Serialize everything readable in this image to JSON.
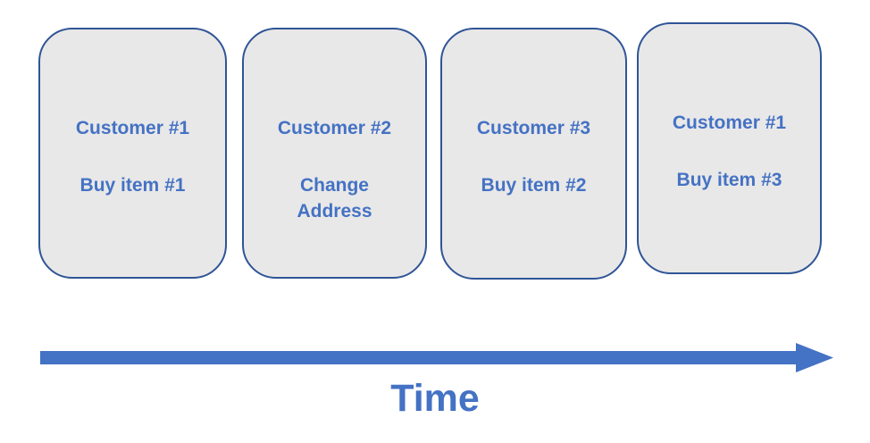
{
  "diagram": {
    "cards": [
      {
        "customer": "Customer #1",
        "action": "Buy item #1"
      },
      {
        "customer": "Customer #2",
        "action": "Change\nAddress"
      },
      {
        "customer": "Customer #3",
        "action": "Buy item #2"
      },
      {
        "customer": "Customer #1",
        "action": "Buy item #3"
      }
    ],
    "timeline": {
      "label": "Time"
    }
  },
  "colors": {
    "card-fill": "#e9e8e8",
    "card-border": "#2f5597",
    "text-blue": "#4472c4",
    "arrow-blue": "#4472c4",
    "bg": "#ffffff"
  }
}
